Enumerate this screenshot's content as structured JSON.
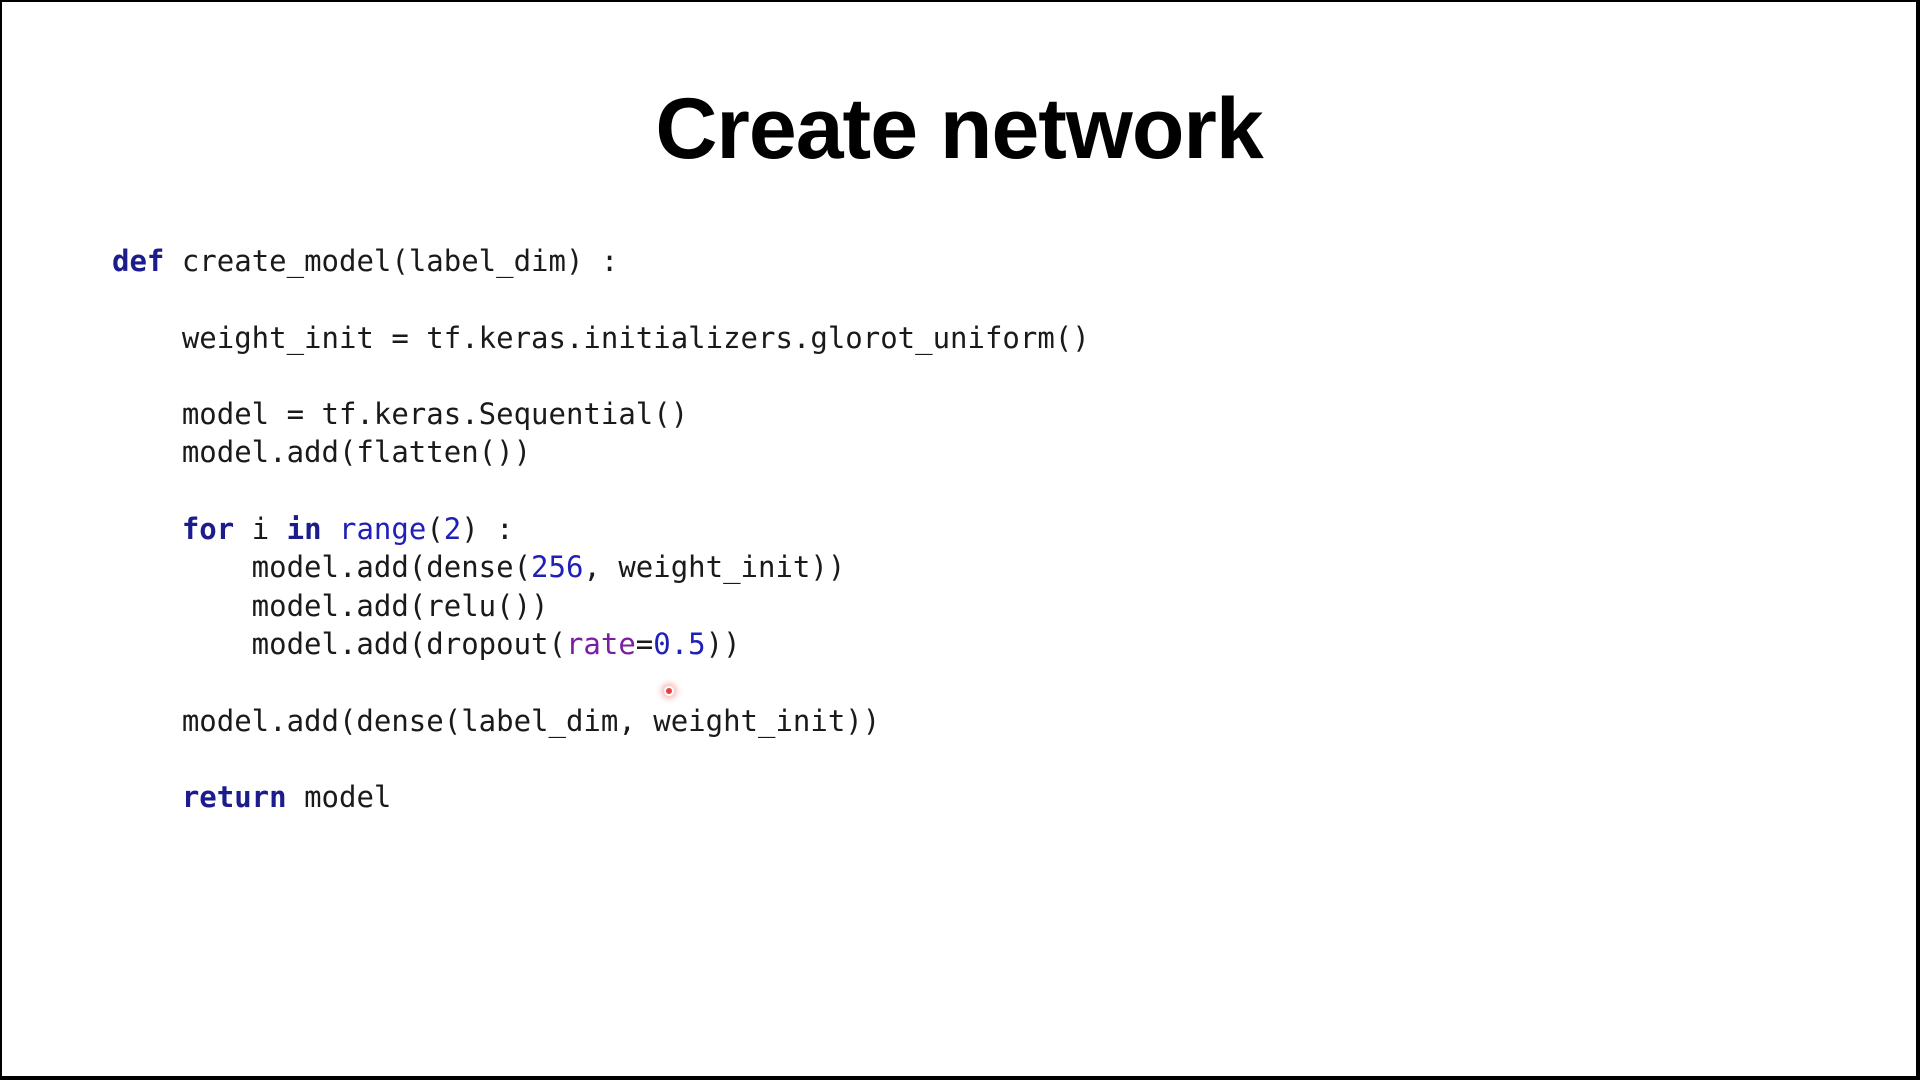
{
  "slide": {
    "title": "Create network"
  },
  "colors": {
    "keyword": "#1c1c8c",
    "number": "#2020b8",
    "param": "#7a1fa2",
    "default": "#1a1a1a",
    "pointer": "#e84040"
  },
  "code": {
    "lines": [
      [
        {
          "t": "def",
          "s": "keyword"
        },
        {
          "t": " create_model(label_dim) :",
          "s": "default"
        }
      ],
      [],
      [
        {
          "t": "    weight_init = tf.keras.initializers.glorot_uniform()",
          "s": "default"
        }
      ],
      [],
      [
        {
          "t": "    model = tf.keras.Sequential()",
          "s": "default"
        }
      ],
      [
        {
          "t": "    model.add(flatten())",
          "s": "default"
        }
      ],
      [],
      [
        {
          "t": "    ",
          "s": "default"
        },
        {
          "t": "for",
          "s": "keyword"
        },
        {
          "t": " i ",
          "s": "default"
        },
        {
          "t": "in",
          "s": "keyword"
        },
        {
          "t": " ",
          "s": "default"
        },
        {
          "t": "range",
          "s": "number"
        },
        {
          "t": "(",
          "s": "default"
        },
        {
          "t": "2",
          "s": "number"
        },
        {
          "t": ") :",
          "s": "default"
        }
      ],
      [
        {
          "t": "        model.add(dense(",
          "s": "default"
        },
        {
          "t": "256",
          "s": "number"
        },
        {
          "t": ", weight_init))",
          "s": "default"
        }
      ],
      [
        {
          "t": "        model.add(relu())",
          "s": "default"
        }
      ],
      [
        {
          "t": "        model.add(dropout(",
          "s": "default"
        },
        {
          "t": "rate",
          "s": "param"
        },
        {
          "t": "=",
          "s": "default"
        },
        {
          "t": "0.5",
          "s": "number"
        },
        {
          "t": "))",
          "s": "default"
        }
      ],
      [],
      [
        {
          "t": "    model.add(dense(label_dim, weight_init))",
          "s": "default"
        }
      ],
      [],
      [
        {
          "t": "    ",
          "s": "default"
        },
        {
          "t": "return",
          "s": "keyword"
        },
        {
          "t": " model",
          "s": "default"
        }
      ]
    ]
  }
}
